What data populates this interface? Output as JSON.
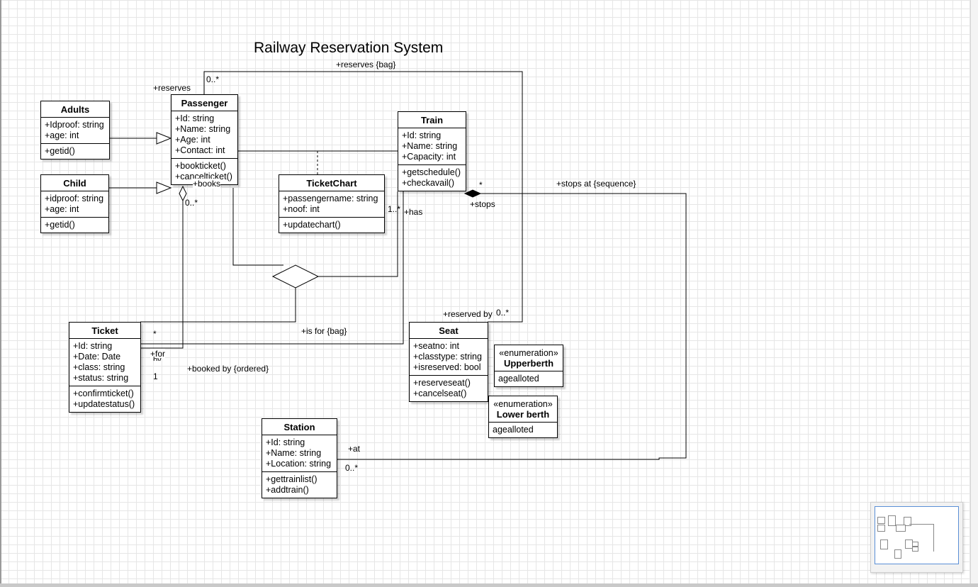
{
  "diagram": {
    "title": "Railway Reservation System",
    "classes": {
      "adults": {
        "name": "Adults",
        "attributes": [
          "+Idproof: string",
          "+age: int"
        ],
        "operations": [
          "+getid()"
        ]
      },
      "child": {
        "name": "Child",
        "attributes": [
          "+idproof: string",
          "+age: int"
        ],
        "operations": [
          "+getid()"
        ]
      },
      "passenger": {
        "name": "Passenger",
        "attributes": [
          "+Id: string",
          "+Name: string",
          "+Age: int",
          "+Contact: int"
        ],
        "operations": [
          "+bookticket()",
          "+cancelticket()"
        ]
      },
      "train": {
        "name": "Train",
        "attributes": [
          "+Id: string",
          "+Name: string",
          "+Capacity: int"
        ],
        "operations": [
          "+getschedule()",
          "+checkavail()"
        ]
      },
      "ticketchart": {
        "name": "TicketChart",
        "attributes": [
          "+passengername: string",
          "+noof: int"
        ],
        "operations": [
          "+updatechart()"
        ]
      },
      "ticket": {
        "name": "Ticket",
        "attributes": [
          "+Id: string",
          "+Date: Date",
          "+class: string",
          "+status: string"
        ],
        "operations": [
          "+confirmticket()",
          "+updatestatus()"
        ]
      },
      "seat": {
        "name": "Seat",
        "attributes": [
          "+seatno: int",
          "+classtype: string",
          "+isreserved: bool"
        ],
        "operations": [
          "+reserveseat()",
          "+cancelseat()"
        ]
      },
      "station": {
        "name": "Station",
        "attributes": [
          "+Id: string",
          "+Name: string",
          "+Location: string"
        ],
        "operations": [
          "+gettrainlist()",
          "+addtrain()"
        ]
      },
      "upperberth": {
        "stereotype": "«enumeration»",
        "name": "Upperberth",
        "literals": [
          "agealloted"
        ]
      },
      "lowerberth": {
        "stereotype": "«enumeration»",
        "name": "Lower berth",
        "literals": [
          "agealloted"
        ]
      }
    },
    "labels": {
      "reserves_bag": "+reserves {bag}",
      "zero_many_top": "0..*",
      "reserves": "+reserves",
      "books": "+books",
      "zero_many_books": "0..*",
      "stops_at": "+stops at {sequence}",
      "star_train": "*",
      "stops": "+stops",
      "one_many": "1..*",
      "has": "+has",
      "reserved_by": "+reserved by",
      "zero_many_seat": "0..*",
      "is_for_bag": "+is for {bag}",
      "star_ticket": "*",
      "for": "+for",
      "by_fragment": "by",
      "one": "1",
      "booked_by": "+booked by {ordered}",
      "at": "+at",
      "zero_many_station": "0..*"
    }
  }
}
